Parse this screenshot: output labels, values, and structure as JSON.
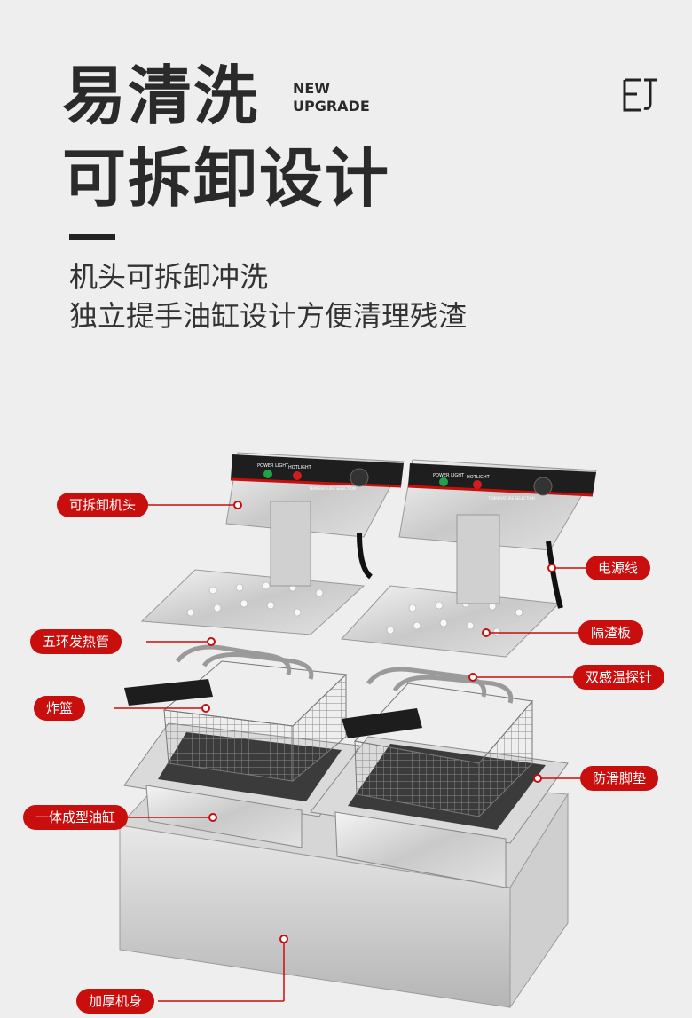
{
  "header": {
    "title_line1": "易清洗",
    "title_line2": "可拆卸设计",
    "badge_line1": "NEW",
    "badge_line2": "UPGRADE",
    "subtitle_line1": "机头可拆卸冲洗",
    "subtitle_line2": "独立提手油缸设计方便清理残渣"
  },
  "logo": {
    "icon": "et-logo-icon"
  },
  "panel": {
    "power_light": "POWER LIGHT",
    "hot_light": "HOTLIGHT",
    "temp_selection": "TEMPERATURE SELECTION"
  },
  "callouts": {
    "head": "可拆卸机头",
    "power_cord": "电源线",
    "heating_tube": "五环发热管",
    "residue_plate": "隔渣板",
    "probe": "双感温探针",
    "basket": "炸篮",
    "anti_slip": "防滑脚垫",
    "oil_tank": "一体成型油缸",
    "body": "加厚机身"
  },
  "colors": {
    "accent": "#c90e0e",
    "text": "#2a2a2a",
    "background": "#eeeeee"
  }
}
